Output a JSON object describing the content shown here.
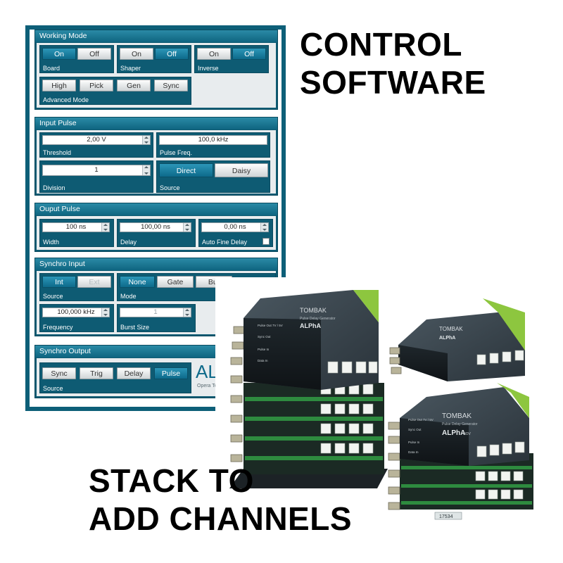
{
  "headline_control": [
    "CONTROL",
    "SOFTWARE"
  ],
  "headline_stack": [
    "STACK TO",
    "ADD CHANNELS"
  ],
  "working_mode": {
    "title": "Working Mode",
    "board": {
      "label": "Board",
      "on": "On",
      "off": "Off",
      "selected": "on"
    },
    "shaper": {
      "label": "Shaper",
      "on": "On",
      "off": "Off",
      "selected": "off"
    },
    "inverse": {
      "label": "Inverse",
      "on": "On",
      "off": "Off",
      "selected": "off"
    },
    "advanced": {
      "label": "Advanced Mode",
      "buttons": [
        "High",
        "Pick",
        "Gen",
        "Sync"
      ]
    }
  },
  "input_pulse": {
    "title": "Input Pulse",
    "threshold": {
      "label": "Threshold",
      "value": "2,00 V"
    },
    "pulse_freq": {
      "label": "Pulse Freq.",
      "value": "100,0 kHz"
    },
    "division": {
      "label": "Division",
      "value": "1"
    },
    "source": {
      "label": "Source",
      "direct": "Direct",
      "daisy": "Daisy",
      "selected": "direct"
    }
  },
  "output_pulse": {
    "title": "Ouput Pulse",
    "width": {
      "label": "Width",
      "value": "100 ns"
    },
    "delay": {
      "label": "Delay",
      "value": "100,00 ns"
    },
    "fine_delay": {
      "label": "Auto Fine Delay",
      "value": "0,00 ns"
    }
  },
  "synchro_input": {
    "title": "Synchro Input",
    "source": {
      "label": "Source",
      "int": "Int",
      "ext": "Ext",
      "selected": "int"
    },
    "mode": {
      "label": "Mode",
      "none": "None",
      "gate": "Gate",
      "burst": "Bur",
      "selected": "none"
    },
    "frequency": {
      "label": "Frequency",
      "value": "100,000 kHz"
    },
    "burst_size": {
      "label": "Burst Size",
      "value": "1"
    }
  },
  "synchro_output": {
    "title": "Synchro Output",
    "source": {
      "label": "Source",
      "buttons": [
        "Sync",
        "Trig",
        "Delay",
        "Pulse"
      ],
      "selected": "Pulse"
    },
    "logo": "ALP",
    "logo_sub": "Opera Tec"
  },
  "hardware": {
    "brand": "TOMBAK",
    "subtitle": "Pulse Delay Generator",
    "model": "ALPhA",
    "model_suffix": "NOV",
    "ports": [
      "Pulse Out 7V / 5V",
      "Sync Out",
      "Pulse In",
      "Data In"
    ],
    "badge": "17534"
  },
  "colors": {
    "panel": "#0e5b73",
    "active": "#0d6a8a",
    "board_green": "#8dc63f"
  }
}
